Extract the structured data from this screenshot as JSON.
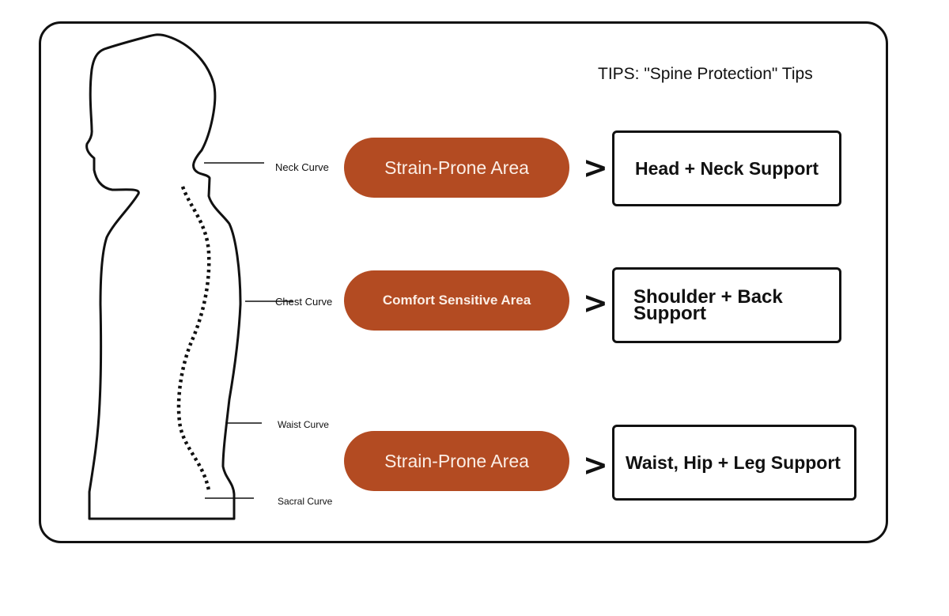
{
  "tips_title": "TIPS: \"Spine Protection\" Tips",
  "colors": {
    "accent": "#b34b22",
    "outline": "#111111",
    "background": "#ffffff"
  },
  "curves": [
    {
      "label": "Neck Curve",
      "area": "Strain-Prone Area",
      "support": "Head + Neck Support"
    },
    {
      "label": "Chest Curve",
      "area": "Comfort Sensitive Area",
      "support": "Shoulder + Back Support"
    },
    {
      "label": "Waist Curve"
    },
    {
      "label": "Sacral Curve",
      "area": "Strain-Prone Area",
      "support": "Waist, Hip + Leg Support"
    }
  ],
  "arrow_symbol": ">",
  "icons": {
    "figure": "human-silhouette-side-view",
    "spine": "dotted-spine-line"
  }
}
